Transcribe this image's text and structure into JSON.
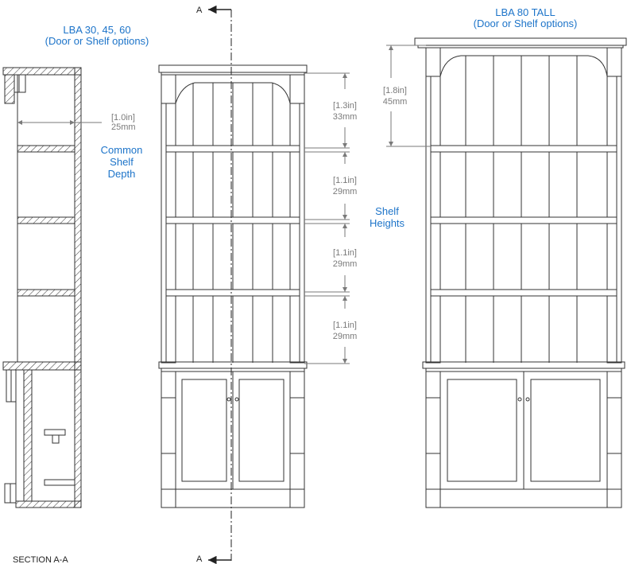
{
  "labels": {
    "left_title": "LBA 30, 45, 60",
    "left_subtitle": "(Door or Shelf options)",
    "right_title": "LBA 80 TALL",
    "right_subtitle": "(Door or Shelf options)",
    "common_depth_1": "Common",
    "common_depth_2": "Shelf",
    "common_depth_3": "Depth",
    "shelf_heights_1": "Shelf",
    "shelf_heights_2": "Heights",
    "section_marker_top": "A",
    "section_marker_bottom": "A",
    "section_caption": "SECTION A-A"
  },
  "dimensions": {
    "shelf_depth_in": "[1.0in]",
    "shelf_depth_mm": "25mm",
    "tall_top_in": "[1.8in]",
    "tall_top_mm": "45mm",
    "shelf_1_in": "[1.3in]",
    "shelf_1_mm": "33mm",
    "shelf_2_in": "[1.1in]",
    "shelf_2_mm": "29mm",
    "shelf_3_in": "[1.1in]",
    "shelf_3_mm": "29mm",
    "shelf_4_in": "[1.1in]",
    "shelf_4_mm": "29mm"
  },
  "colors": {
    "accent": "#1d74c9",
    "line": "#333333",
    "dimension": "#7a7a7a"
  }
}
